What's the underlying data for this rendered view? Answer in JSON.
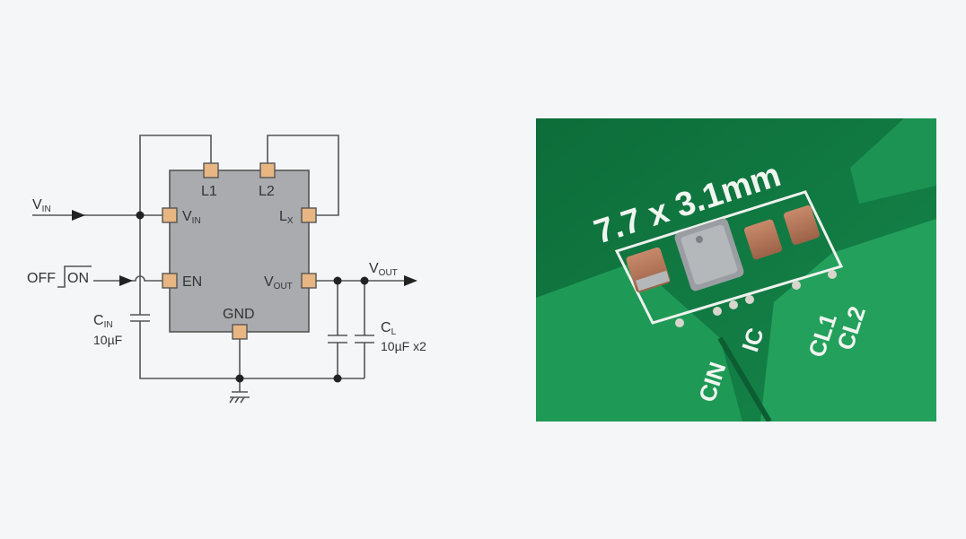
{
  "schematic": {
    "vin": {
      "main": "V",
      "sub": "IN"
    },
    "off_label": "OFF",
    "on_label": "ON",
    "pins": {
      "l1": "L1",
      "l2": "L2",
      "vin": {
        "main": "V",
        "sub": "IN"
      },
      "lx": {
        "main": "L",
        "sub": "X"
      },
      "en": "EN",
      "vout": {
        "main": "V",
        "sub": "OUT"
      },
      "gnd": "GND"
    },
    "vout_out": {
      "main": "V",
      "sub": "OUT"
    },
    "cin": {
      "main": "C",
      "sub": "IN",
      "value": "10µF"
    },
    "cl": {
      "main": "C",
      "sub": "L",
      "value": "10µF x2"
    }
  },
  "pcb": {
    "dimension": "7.7 x 3.1mm",
    "labels": {
      "cin": "CIN",
      "ic": "IC",
      "cl1": "CL1",
      "cl2": "CL2"
    }
  },
  "colors": {
    "ic_body": "#a9abae",
    "pin": "#e8b682",
    "pcb_green": "#178a4b",
    "pcb_copper": "#2aa862"
  }
}
